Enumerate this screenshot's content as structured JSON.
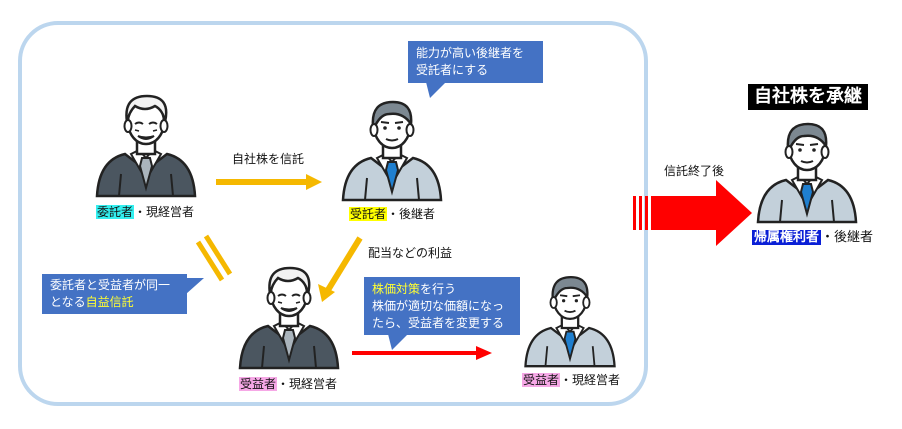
{
  "title": "自社株を承継",
  "people": {
    "settlor": {
      "role": "委託者",
      "suffix": "・現経営者"
    },
    "trustee": {
      "role": "受託者",
      "suffix": "・後継者"
    },
    "beneficiary": {
      "role": "受益者",
      "suffix": "・現経営者"
    },
    "new_beneficiary": {
      "role": "受益者",
      "suffix": "・現経営者"
    },
    "residual": {
      "role": "帰属権利者",
      "suffix": "・後継者"
    }
  },
  "edges": {
    "trust_stock": "自社株を信託",
    "dividends": "配当などの利益",
    "after_trust_end": "信託終了後"
  },
  "bubbles": {
    "trustee_note": {
      "line1": "能力が高い後継者を",
      "line2": "受託者にする"
    },
    "self_trust": {
      "line1": "委託者と受益者が同一",
      "line2_prefix": "となる",
      "line2_highlight": "自益信託"
    },
    "change": {
      "line1_highlight": "株価対策",
      "line1_suffix": "を行う",
      "line2": "株価が適切な価額になっ",
      "line3": "たら、受益者を変更する"
    }
  },
  "colors": {
    "frame": "#bcd6ee",
    "bubble": "#4472c4",
    "arrow_orange": "#f5b800",
    "arrow_red": "#ff0000",
    "title_bg": "#000000"
  },
  "icons": {
    "settlor": "elderly-businessman-icon",
    "trustee": "businessman-icon",
    "beneficiary": "elderly-businessman-icon",
    "new_beneficiary": "businessman-icon",
    "residual": "businessman-icon"
  }
}
